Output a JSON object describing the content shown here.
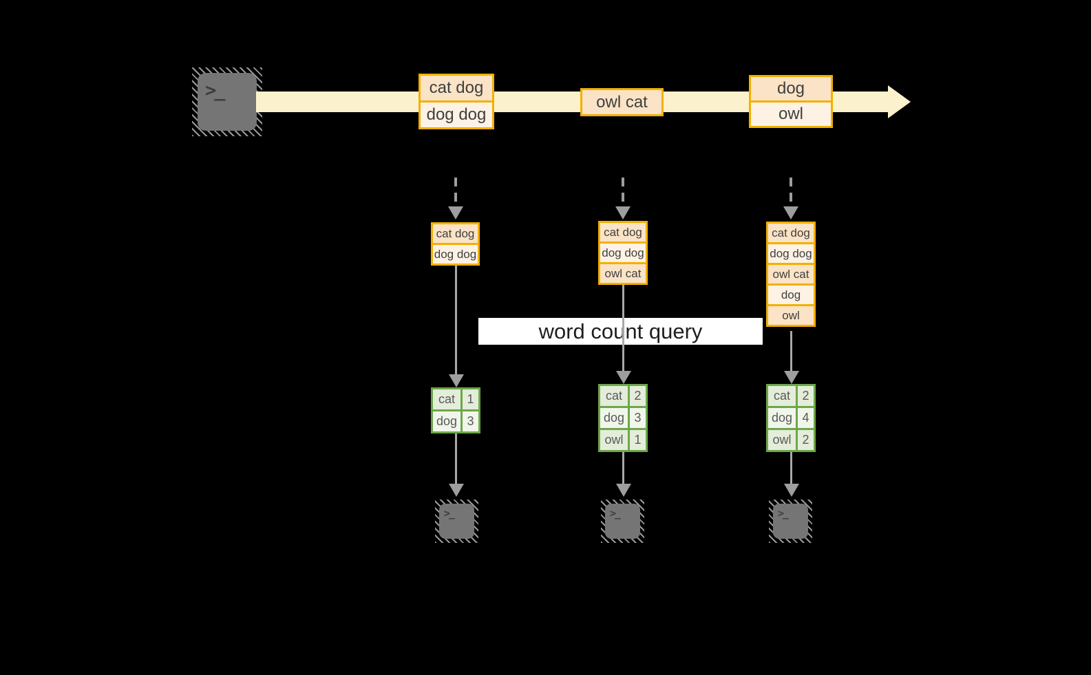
{
  "label": {
    "text": "word count query"
  },
  "icons": {
    "prompt_glyph": ">_",
    "source": "terminal-icon",
    "sinks": "terminal-icon"
  },
  "colors": {
    "background": "#000000",
    "stream_band": "#FBF2CD",
    "event_border": "#F1B000",
    "event_fill_peach": "#FAE3C6",
    "event_fill_cream": "#FDF2E4",
    "table_border": "#6CA74A",
    "table_cell_a": "#E4EDDA",
    "table_cell_b": "#F1F6EB",
    "connector_gray": "#9E9E9E",
    "terminal_gray": "#757575",
    "label_bg": "#FFFFFF"
  },
  "timeline": {
    "events": [
      {
        "lines": [
          "cat dog",
          "dog dog"
        ]
      },
      {
        "lines": [
          "owl cat"
        ]
      },
      {
        "lines": [
          "dog",
          "owl"
        ]
      }
    ]
  },
  "columns": [
    {
      "stack": [
        "cat dog",
        "dog dog"
      ],
      "counts": [
        {
          "word": "cat",
          "count": "1"
        },
        {
          "word": "dog",
          "count": "3"
        }
      ]
    },
    {
      "stack": [
        "cat dog",
        "dog dog",
        "owl cat"
      ],
      "counts": [
        {
          "word": "cat",
          "count": "2"
        },
        {
          "word": "dog",
          "count": "3"
        },
        {
          "word": "owl",
          "count": "1"
        }
      ]
    },
    {
      "stack": [
        "cat dog",
        "dog dog",
        "owl cat",
        "dog",
        "owl"
      ],
      "counts": [
        {
          "word": "cat",
          "count": "2"
        },
        {
          "word": "dog",
          "count": "4"
        },
        {
          "word": "owl",
          "count": "2"
        }
      ]
    }
  ]
}
